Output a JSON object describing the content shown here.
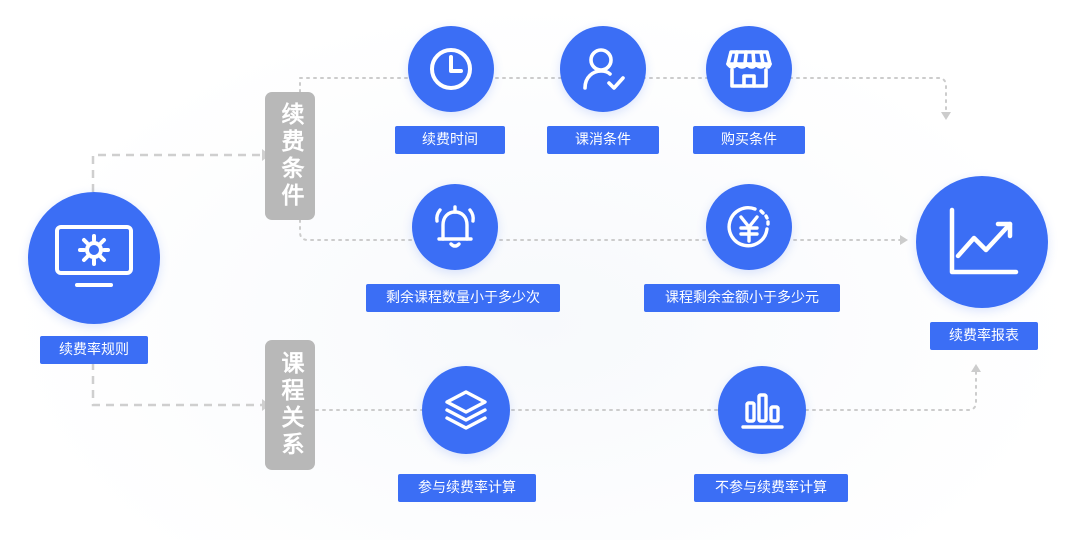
{
  "colors": {
    "accent": "#3b6ef5",
    "category_bg": "#b8b8b8",
    "connector": "#c8c8c8"
  },
  "source": {
    "label": "续费率规则",
    "icon": "monitor-gear-icon"
  },
  "categories": [
    {
      "label": "续费条件"
    },
    {
      "label": "课程关系"
    }
  ],
  "nodes": [
    {
      "label": "续费时间",
      "icon": "clock-icon"
    },
    {
      "label": "课消条件",
      "icon": "user-check-icon"
    },
    {
      "label": "购买条件",
      "icon": "store-icon"
    },
    {
      "label": "剩余课程数量小于多少次",
      "icon": "bell-icon"
    },
    {
      "label": "课程剩余金额小于多少元",
      "icon": "yen-coin-icon"
    },
    {
      "label": "参与续费率计算",
      "icon": "layers-icon"
    },
    {
      "label": "不参与续费率计算",
      "icon": "bar-chart-icon"
    }
  ],
  "result": {
    "label": "续费率报表",
    "icon": "line-chart-icon"
  }
}
